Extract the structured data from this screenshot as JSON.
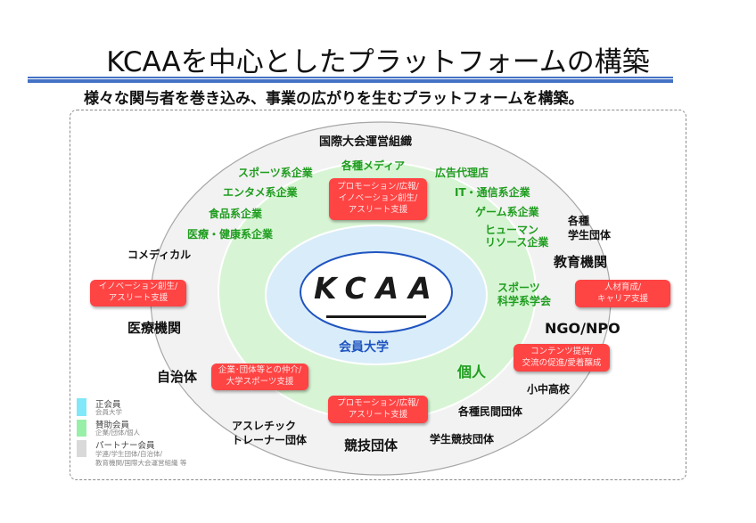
{
  "header": {
    "title": "KCAAを中心としたプラットフォームの構築",
    "subtitle": "様々な関与者を巻き込み、事業の広がりを生むプラットフォームを構築。",
    "accent_color": "#4472c4"
  },
  "diagram": {
    "center": {
      "logo": "KCAA",
      "ring_label": "会員大学"
    },
    "rings": {
      "outer_color": "#f2f2f2",
      "middle_color": "#d7f5d4",
      "inner_color": "#d9ecf9",
      "core_color": "#ffffff",
      "core_border": "#1f55c0"
    },
    "sponsor_labels": [
      "各種メディア",
      "スポーツ系企業",
      "エンタメ系企業",
      "食品系企業",
      "医療・健康系企業",
      "広告代理店",
      "IT・通信系企業",
      "ゲーム系企業",
      "ヒューマン",
      "リソース企業",
      "スポーツ",
      "科学系学会",
      "個人"
    ],
    "partner_labels": [
      "国際大会運営組織",
      "各種",
      "学生団体",
      "教育機関",
      "NGO/NPO",
      "小中高校",
      "各種民間団体",
      "学生競技団体",
      "競技団体",
      "アスレチック",
      "トレーナー団体",
      "自治体",
      "医療機関",
      "コメディカル"
    ],
    "boxes": [
      {
        "lines": [
          "プロモーション/広報/",
          "イノベーション創生/",
          "アスリート支援"
        ]
      },
      {
        "lines": [
          "人材育成/",
          "キャリア支援"
        ]
      },
      {
        "lines": [
          "コンテンツ提供/",
          "交流の促進/愛着醸成"
        ]
      },
      {
        "lines": [
          "プロモーション/広報/",
          "アスリート支援"
        ]
      },
      {
        "lines": [
          "企業･団体等との仲介/",
          "大学スポーツ支援"
        ]
      },
      {
        "lines": [
          "イノベーション創生/",
          "アスリート支援"
        ]
      }
    ],
    "box_color": "#ff4444"
  },
  "legend": {
    "items": [
      {
        "title": "正会員",
        "desc": [
          "会員大学"
        ],
        "color": "#80e8f8"
      },
      {
        "title": "賛助会員",
        "desc": [
          "企業/団体/個人"
        ],
        "color": "#98f0a8"
      },
      {
        "title": "パートナー会員",
        "desc": [
          "学連/学生団体/自治体/",
          "教育機関/国際大会運営組織 等"
        ],
        "color": "#d9d9d9"
      }
    ]
  }
}
